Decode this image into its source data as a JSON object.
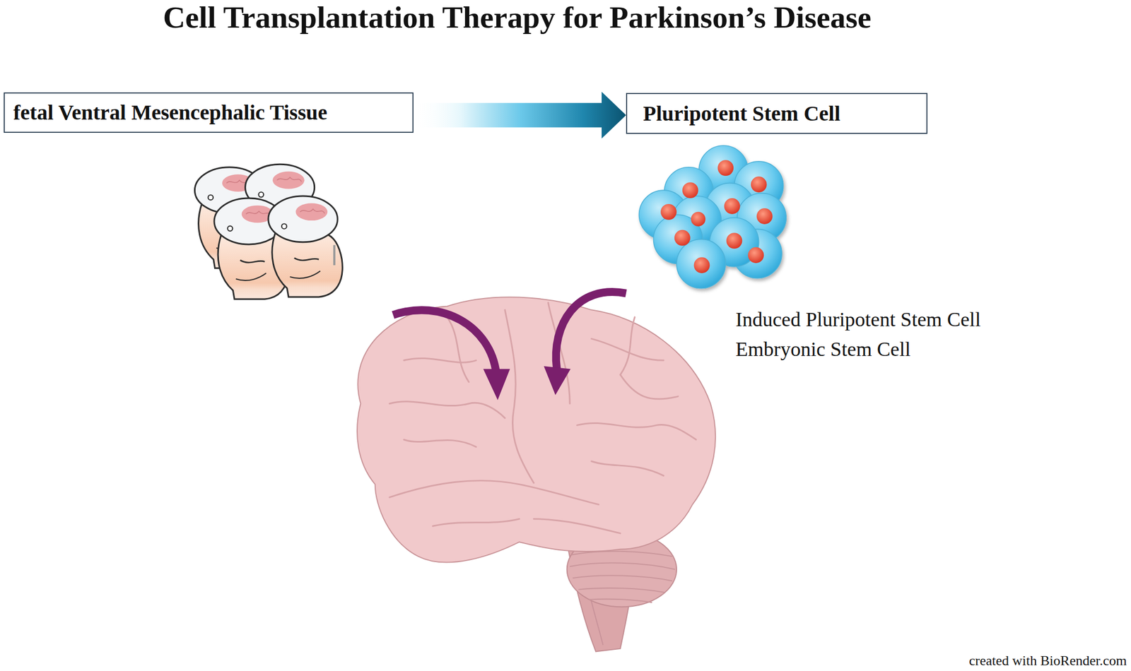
{
  "diagram": {
    "title": "Cell Transplantation Therapy for Parkinson’s Disease",
    "nodes": [
      {
        "text": [
          "fetal Ventral Mesencephalic Tissue"
        ]
      },
      {
        "text": [
          "Pluripotent Stem Cell"
        ]
      }
    ],
    "edges": [
      {
        "from": 0,
        "to": 1,
        "arrow": "to"
      }
    ],
    "labels": [
      "Induced Pluripotent Stem Cell",
      "Embryonic Stem Cell",
      "created with BioRender.com"
    ]
  }
}
